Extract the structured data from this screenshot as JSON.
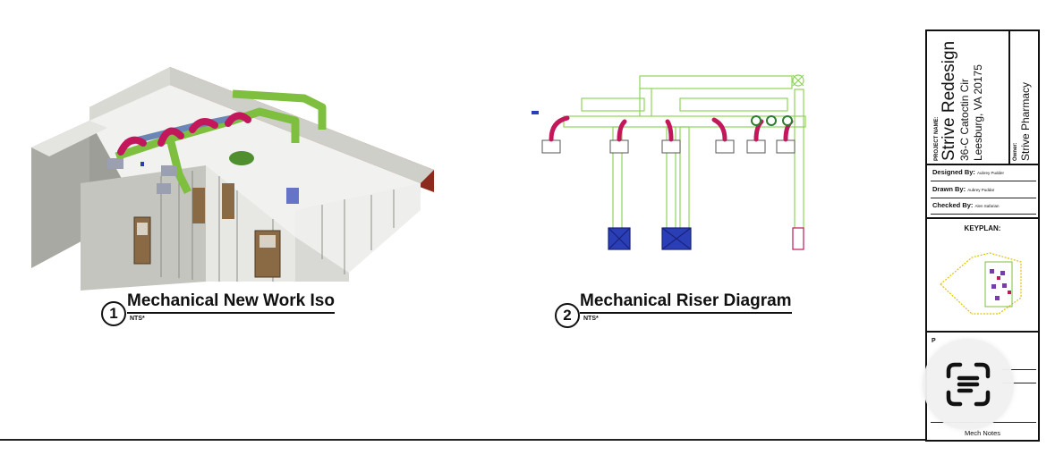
{
  "views": [
    {
      "number": "1",
      "title": "Mechanical New Work Iso",
      "scale": "NTS*"
    },
    {
      "number": "2",
      "title": "Mechanical Riser Diagram",
      "scale": "NTS*"
    }
  ],
  "title_block": {
    "project_label": "PROJECT NAME:",
    "project_name": "Strive Redesign",
    "address_line1": "36-C Catoctin Cir",
    "address_line2": "Leesburg, VA 20175",
    "owner_label": "Owner:",
    "owner_name": "Strive Pharmacy",
    "designed_by_label": "Designed By:",
    "designed_by": "Aubrey Pudder",
    "drawn_by_label": "Drawn By:",
    "drawn_by": "Aubrey Puddar",
    "checked_by_label": "Checked By:",
    "checked_by": "Alen Safarian",
    "keyplan_label": "KEYPLAN:",
    "sheet_partial_label": "P",
    "sheet_name": "Mech Notes"
  },
  "colors": {
    "duct_green": "#7fbf3f",
    "duct_magenta": "#c2185b",
    "unit_blue": "#2a3fb5",
    "wall_gray": "#b8b8b3",
    "door_brown": "#8a6a45",
    "roof_red": "#8a2b1e"
  },
  "icons": {
    "scan_button": "text-scan-icon"
  }
}
